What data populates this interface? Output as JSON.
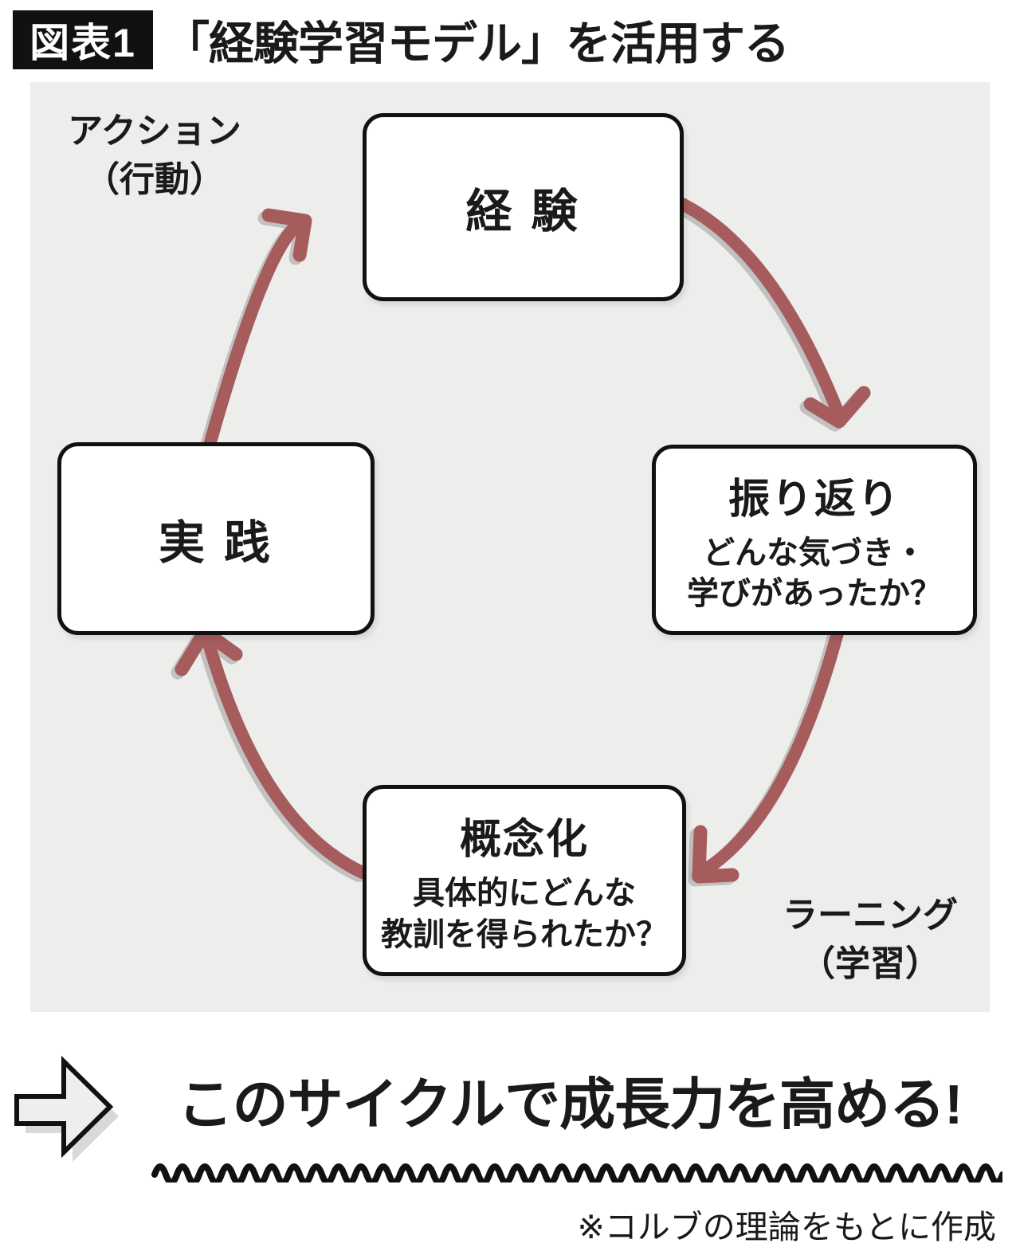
{
  "header": {
    "badge": "図表1",
    "title": "「経験学習モデル」を活用する"
  },
  "diagram": {
    "label_top_left": {
      "line1": "アクション",
      "line2": "（行動）"
    },
    "label_bottom_right": {
      "line1": "ラーニング",
      "line2": "（学習）"
    },
    "nodes": {
      "experience": {
        "title": "経 験"
      },
      "reflection": {
        "title": "振り返り",
        "sub_line1": "どんな気づき・",
        "sub_line2": "学びがあったか？"
      },
      "conceptualization": {
        "title": "概念化",
        "sub_line1": "具体的にどんな",
        "sub_line2": "教訓を得られたか？"
      },
      "practice": {
        "title": "実 践"
      }
    },
    "cycle_order": [
      "経験",
      "振り返り",
      "概念化",
      "実践"
    ]
  },
  "footer": {
    "slogan": "このサイクルで成長力を高める!",
    "credit": "※コルブの理論をもとに作成"
  },
  "theme": {
    "arrow_color": "#a65c5c",
    "shadow_gray": "#a9a9a9",
    "panel_bg": "#edeeec",
    "ink": "#1a1a1a"
  }
}
